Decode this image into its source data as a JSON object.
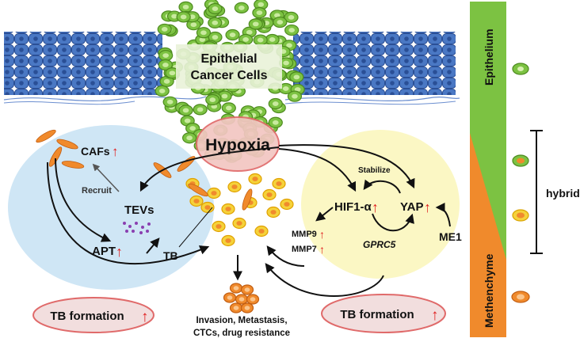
{
  "labels": {
    "epithelial_line1": "Epithelial",
    "epithelial_line2": "Cancer Cells",
    "hypoxia": "Hypoxia",
    "cafs": "CAFs",
    "recruit": "Recruit",
    "tevs": "TEVs",
    "apt": "APT",
    "tb": "TB",
    "stabilize": "Stabilize",
    "hif1a": "HIF1-α",
    "yap": "YAP",
    "mmp9": "MMP9",
    "mmp7": "MMP7",
    "gprc5": "GPRC5",
    "me1": "ME1",
    "tb_formation_left": "TB formation",
    "tb_formation_right": "TB formation",
    "outcome_line1": "Invasion, Metastasis,",
    "outcome_line2": "CTCs, drug resistance",
    "bar_top": "Epithelium",
    "bar_bottom": "Methenchyme",
    "hybrid": "hybrid",
    "up_arrow": "↑"
  },
  "colors": {
    "epithelium_green": "#7cc242",
    "mesenchyme_orange": "#f08a2c",
    "cell_blue": "#4a78c4",
    "left_circle": "#cfe6f5",
    "right_circle": "#fbf7c4",
    "hypoxia_fill": "#f3c6c2",
    "oval_fill": "#f2dede",
    "oval_stroke": "#e06a6a",
    "red_arrow": "#e02020"
  }
}
